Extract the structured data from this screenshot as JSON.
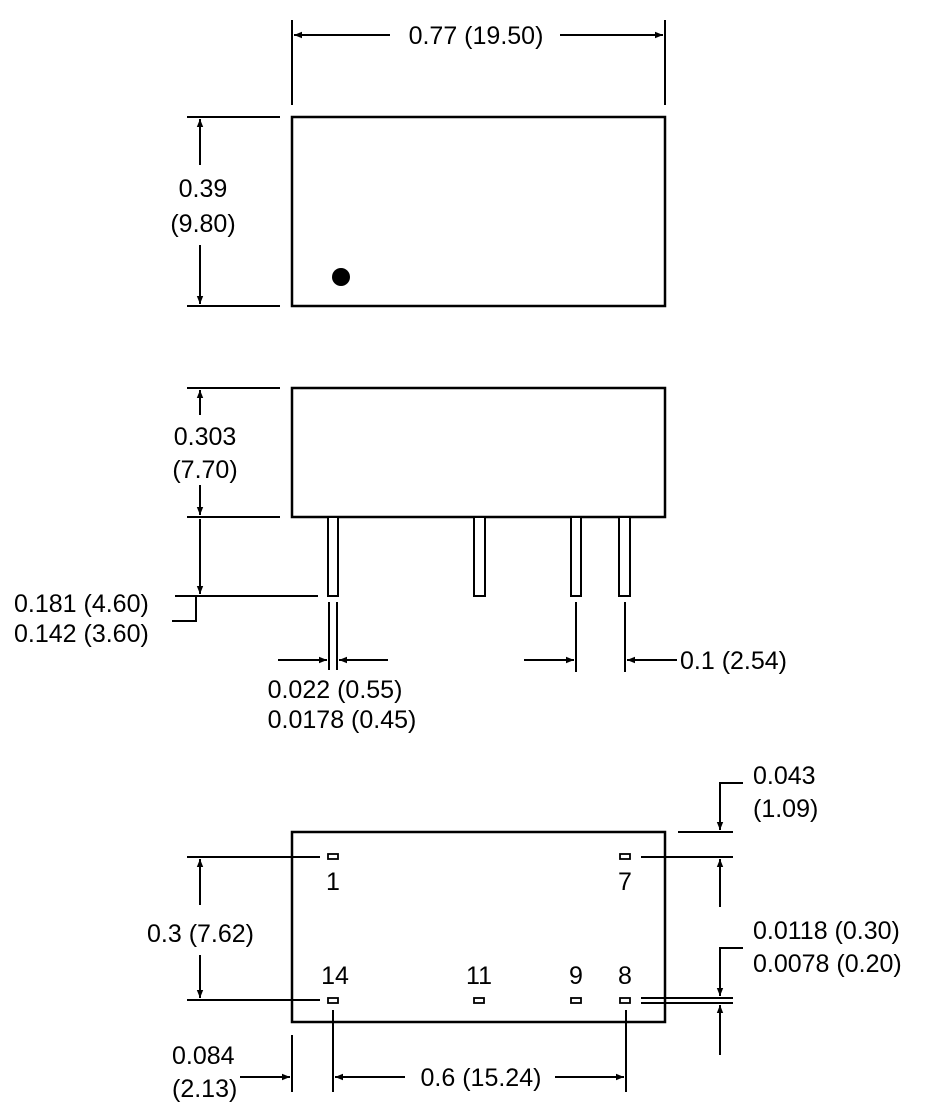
{
  "top_view": {
    "width_dim": "0.77 (19.50)",
    "height_dim_in": "0.39",
    "height_dim_mm": "(9.80)"
  },
  "side_view": {
    "body_height_in": "0.303",
    "body_height_mm": "(7.70)",
    "pin_length_max": "0.181 (4.60)",
    "pin_length_min": "0.142 (3.60)",
    "pin_width_max": "0.022 (0.55)",
    "pin_width_min": "0.0178 (0.45)",
    "pin_pitch": "0.1 (2.54)"
  },
  "bottom_view": {
    "row_spacing": "0.3 (7.62)",
    "edge_offset_in": "0.043",
    "edge_offset_mm": "(1.09)",
    "pad_max": "0.0118 (0.30)",
    "pad_min": "0.0078 (0.20)",
    "side_offset_in": "0.084",
    "side_offset_mm": "(2.13)",
    "pin_span": "0.6 (15.24)",
    "pin_labels": {
      "p1": "1",
      "p7": "7",
      "p14": "14",
      "p11": "11",
      "p9": "9",
      "p8": "8"
    }
  }
}
